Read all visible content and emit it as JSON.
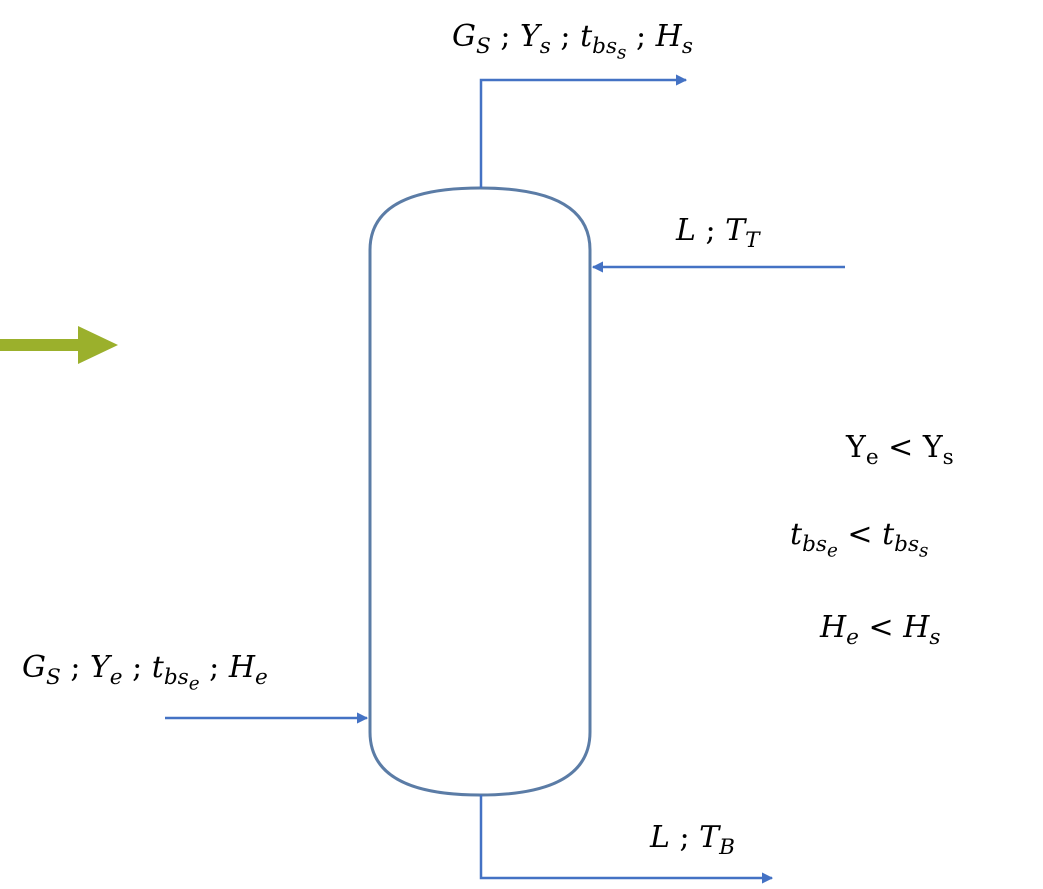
{
  "diagram": {
    "colors": {
      "stream": "#4472C4",
      "column_outline": "#5B7CA6",
      "pointer_arrow": "#9BB02C"
    },
    "symbols": {
      "G": "G",
      "Y": "Y",
      "t": "t",
      "H": "H",
      "L": "L",
      "T": "T",
      "sep": ";",
      "lt": "<",
      "S_upper": "S",
      "s": "s",
      "e": "e",
      "bs": "bs",
      "T_sub": "T",
      "B_sub": "B"
    }
  }
}
